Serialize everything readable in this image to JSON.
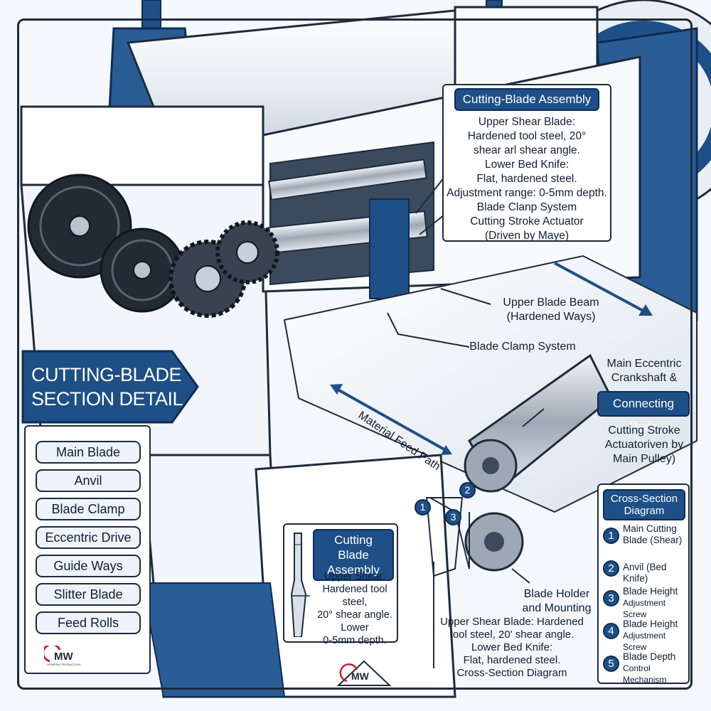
{
  "top_callout": {
    "title": "Cutting-Blade Assembly",
    "lines": [
      "Upper Shear Blade:",
      "Hardened tool steel, 20°",
      "shear arl shear angle.",
      "Lower Bed Knife:",
      "Flat, hardened steel.",
      "Adjustment range: 0-5mm depth.",
      "Blade Clanp System",
      "Cutting Stroke Actuator",
      "(Driven by Maye)"
    ]
  },
  "labels": {
    "upper_blade_beam_1": "Upper Blade Beam",
    "upper_blade_beam_2": "(Hardened Ways)",
    "blade_clamp_system": "Blade Clamp System",
    "main_eccentric_1": "Main Eccentric",
    "main_eccentric_2": "Crankshaft &",
    "connecting_rods": "Connecting Rods",
    "stroke_actuator_1": "Cutting Stroke",
    "stroke_actuator_2": "Actuatoriven by",
    "stroke_actuator_3": "Main Pulley)",
    "material_feed_path": "Material Feed Path",
    "blade_holder_1": "Blade Holder",
    "blade_holder_2": "and Mounting",
    "bottom_note": [
      "Upper Shear Blade: Hardened",
      "tool steel, 20' shear angle.",
      "Lower Bed Knife:",
      "Flat, hardened steel.",
      "Cross-Section Diagram"
    ]
  },
  "section_header": {
    "line1": "CUTTING-BLADE",
    "line2": "SECTION DETAIL"
  },
  "components": [
    "Main Blade",
    "Anvil",
    "Blade Clamp",
    "Eccentric Drive",
    "Guide Ways",
    "Slitter Blade",
    "Feed Rolls"
  ],
  "bottom_callout": {
    "title": "Cutting Blade Assembly",
    "lines": [
      "Upper Shear:",
      "Hardened tool steel,",
      "20° shear angle.",
      "Lower",
      "0-5mm depth."
    ]
  },
  "cross_section": {
    "title": "Cross-Section Diagram",
    "items": [
      {
        "num": "1",
        "line1": "Main Cutting",
        "line2": "Blade (Shear)"
      },
      {
        "num": "2",
        "line1": "Anvil (Bed Knife)",
        "line2": ""
      },
      {
        "num": "3",
        "line1": "Blade Height",
        "line2": "Adjustment Screw"
      },
      {
        "num": "4",
        "line1": "Blade Height",
        "line2": "Adjustment Screw"
      },
      {
        "num": "5",
        "line1": "Blade Depth",
        "line2": "Control Mechanism"
      }
    ]
  },
  "markers": [
    "1",
    "2",
    "3"
  ],
  "logo": {
    "text": "MW",
    "tagline": "GENERAL PRODUCTION"
  },
  "colors": {
    "accent": "#1e4f86",
    "dark": "#0d2d52",
    "outline": "#1d2b3c",
    "steel": "#b9c4d0"
  }
}
